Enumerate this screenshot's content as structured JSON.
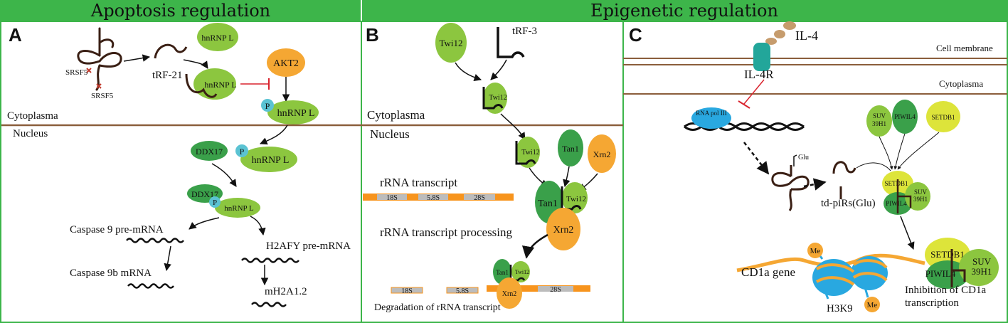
{
  "headers": {
    "apoptosis": "Apoptosis regulation",
    "epigenetic": "Epigenetic regulation"
  },
  "colors": {
    "header_green": "#3db54a",
    "membrane_brown": "#8b5e3c",
    "green": "#8cc63f",
    "dark_green": "#3aa04a",
    "orange": "#f5a733",
    "cyan": "#5bc3d3",
    "teal": "#22a69a",
    "red": "#d9232d",
    "yellow": "#dde43a",
    "rna_orange": "#f7941d",
    "rna_gray": "#bcbcbc",
    "blue": "#29a8e0"
  },
  "panelA": {
    "letter": "A",
    "srsf5_a": "SRSF5",
    "srsf5_b": "SRSF5",
    "trf21": "tRF-21",
    "hnrnp_top": "hnRNP L",
    "hnrnp_bound": "hnRNP L",
    "akt2": "AKT2",
    "p1": "P",
    "hnrnp_p1": "hnRNP L",
    "cytoplasma": "Cytoplasma",
    "nucleus": "Nucleus",
    "ddx17_a": "DDX17",
    "p2": "P",
    "hnrnp_p2": "hnRNP L",
    "ddx17_b": "DDX17",
    "p3": "P",
    "hnrnp_p3": "hnRNP L",
    "caspase_pre": "Caspase 9 pre-mRNA",
    "caspase_b": "Caspase 9b mRNA",
    "h2afy_pre": "H2AFY pre-mRNA",
    "mh2a": "mH2A1.2"
  },
  "panelB": {
    "letter": "B",
    "twi12_a": "Twi12",
    "trf3": "tRF-3",
    "twi12_b": "Twi12",
    "cytoplasma": "Cytoplasma",
    "nucleus": "Nucleus",
    "twi12_c": "Twi12",
    "tan1_a": "Tan1",
    "xrn2_a": "Xrn2",
    "rrna_transcript": "rRNA  transcript",
    "s18": "18S",
    "s58": "5.8S",
    "s28": "28S",
    "tan1_b": "Tan1",
    "twi12_d": "Twi12",
    "xrn2_b": "Xrn2",
    "rrna_processing": "rRNA transcript processing",
    "tan1_c": "Tan1",
    "twi12_e": "Twi12",
    "xrn2_c": "Xrn2",
    "s18_d": "18S",
    "s58_d": "5.8S",
    "s28_d": "28S",
    "degradation": "Degradation of  rRNA transcript"
  },
  "panelC": {
    "letter": "C",
    "il4": "IL-4",
    "cell_membrane": "Cell membrane",
    "il4r": "IL-4R",
    "cytoplasma": "Cytoplasma",
    "rna_pol": "RNA pol III",
    "glu": "Glu",
    "suv_a": "SUV\n39H1",
    "piwil4_a": "PIWIL4",
    "setdb1_a": "SETDB1",
    "td_pirs": "td-piRs(Glu)",
    "setdb1_b": "SETDB1",
    "piwil4_b": "PIWIL4",
    "suv_b": "SUV\n39H1",
    "setdb1_c": "SETDB1",
    "piwil4_c": "PIWIL4",
    "suv_c": "SUV\n39H1",
    "me1": "Me",
    "me2": "Me",
    "cd1a": "CD1a  gene",
    "h3k9": "H3K9",
    "inhibition_1": "Inhibition of CD1a",
    "inhibition_2": "transcription"
  }
}
